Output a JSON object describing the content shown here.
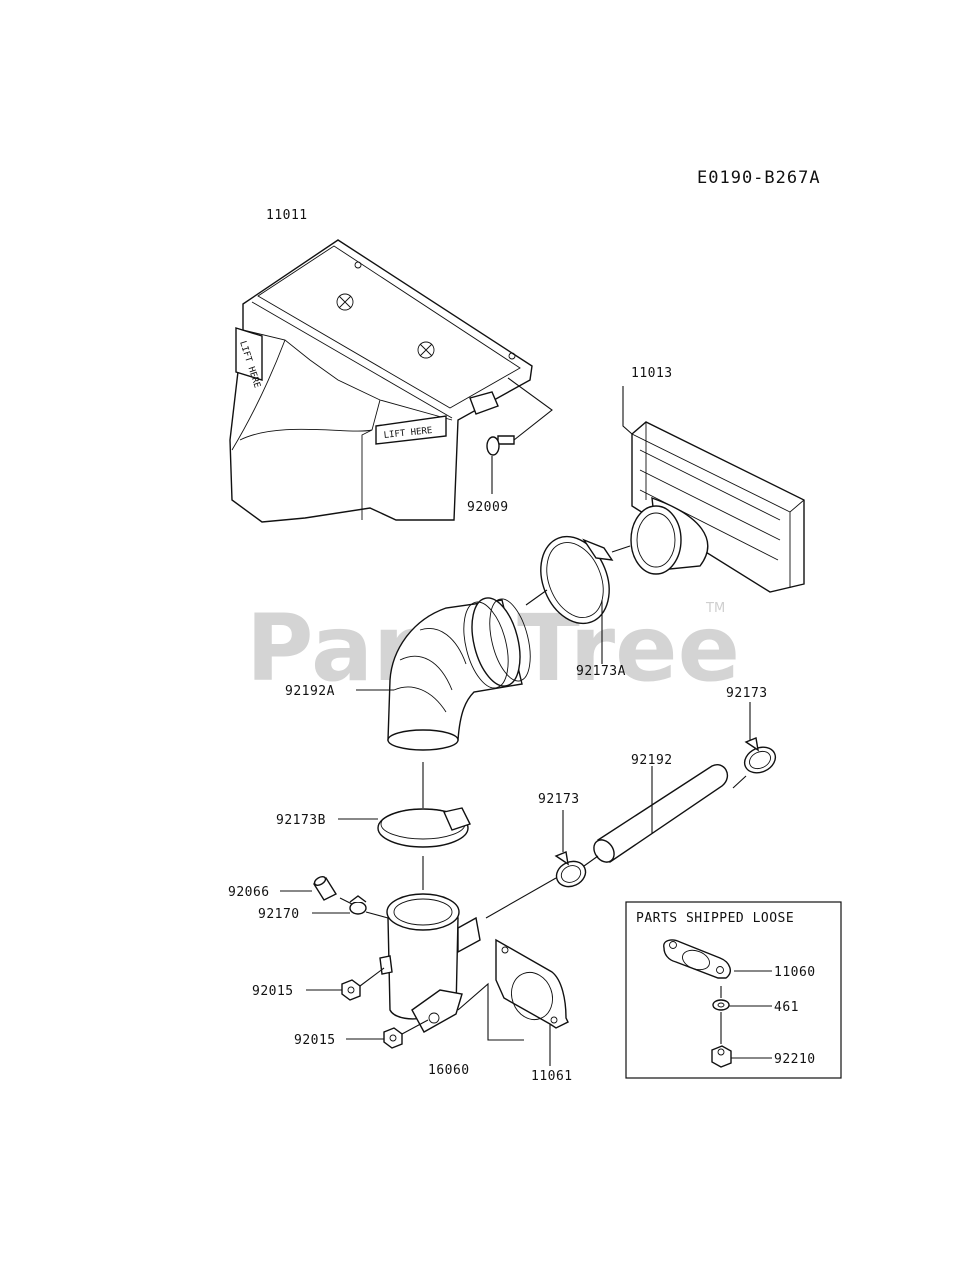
{
  "diagram_code": "E0190-B267A",
  "watermark": {
    "text": "PartsTree",
    "trademark": "TM"
  },
  "loose_box": {
    "title": "PARTS SHIPPED LOOSE"
  },
  "parts": [
    {
      "key": "p11011",
      "label": "11011"
    },
    {
      "key": "p11013",
      "label": "11013"
    },
    {
      "key": "p92009",
      "label": "92009"
    },
    {
      "key": "p92173A",
      "label": "92173A"
    },
    {
      "key": "p92192A",
      "label": "92192A"
    },
    {
      "key": "p92173_top",
      "label": "92173"
    },
    {
      "key": "p92192",
      "label": "92192"
    },
    {
      "key": "p92173_mid",
      "label": "92173"
    },
    {
      "key": "p92173B",
      "label": "92173B"
    },
    {
      "key": "p92066",
      "label": "92066"
    },
    {
      "key": "p92170",
      "label": "92170"
    },
    {
      "key": "p92015_a",
      "label": "92015"
    },
    {
      "key": "p92015_b",
      "label": "92015"
    },
    {
      "key": "p16060",
      "label": "16060"
    },
    {
      "key": "p11061",
      "label": "11061"
    },
    {
      "key": "p11060",
      "label": "11060"
    },
    {
      "key": "p461",
      "label": "461"
    },
    {
      "key": "p92210",
      "label": "92210"
    }
  ],
  "decals": [
    "LIFT HERE",
    "LIFT HERE"
  ]
}
